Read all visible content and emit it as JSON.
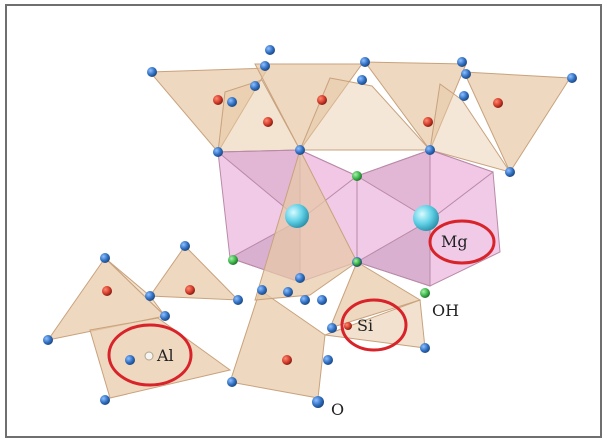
{
  "labels": {
    "mg": "Mg",
    "si": "Si",
    "al": "Al",
    "oh": "OH",
    "o": "O"
  },
  "colors": {
    "tetrahedron": "#e7c9a6",
    "octahedron": "#eab6dc",
    "oxygen": "#2f6fc2",
    "hydroxyl": "#3bb54a",
    "silicon": "#d23a2a",
    "magnesium": "#5fd0e6",
    "aluminum": "#f5f5f5",
    "highlight": "#d8232a"
  }
}
